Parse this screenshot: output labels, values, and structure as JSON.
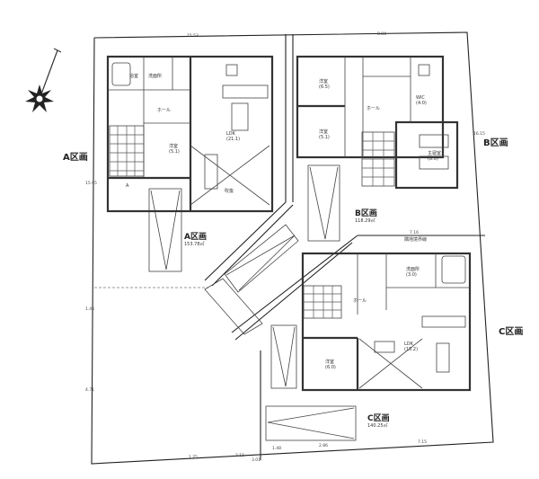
{
  "site": {
    "lot_labels": {
      "a": "A区画",
      "b": "B区画",
      "c": "C区画"
    },
    "lots": [
      {
        "name": "A区画",
        "area": "153.78㎡"
      },
      {
        "name": "B区画",
        "area": "118.29㎡"
      },
      {
        "name": "C区画",
        "area": "140.25㎡"
      }
    ],
    "dimensions": {
      "top_left": "15.53",
      "top_right": "8.84",
      "right_b": "16.15",
      "c_top": "7.16",
      "left_a": "15.95",
      "left_mid": "1.44",
      "left_low": "4.71",
      "bottom": [
        "1.48",
        "2.86",
        "7.15",
        "2.11",
        "1.75",
        "3.01"
      ]
    },
    "point_a": "A"
  },
  "rooms": {
    "a": {
      "ldk": "LDK",
      "ldk_size": "(21.1)",
      "room": "洋室",
      "room_size": "(5.1)",
      "hall": "ホール",
      "wash": "洗面所",
      "bath": "浴室",
      "void": "吹抜"
    },
    "b": {
      "r1": "洋室",
      "r1_size": "(6.5)",
      "r2": "洋室",
      "r2_size": "(5.1)",
      "r3": "主寝室",
      "r3_size": "(8.0)",
      "hall": "ホール",
      "wic": "WIC",
      "wic_size": "(4.0)"
    },
    "c": {
      "ldk": "LDK",
      "ldk_size": "(15.2)",
      "room": "洋室",
      "room_size": "(6.0)",
      "hall": "ホール",
      "wash": "洗面所",
      "wash_size": "(3.0)",
      "note": "隣地境界線"
    }
  }
}
